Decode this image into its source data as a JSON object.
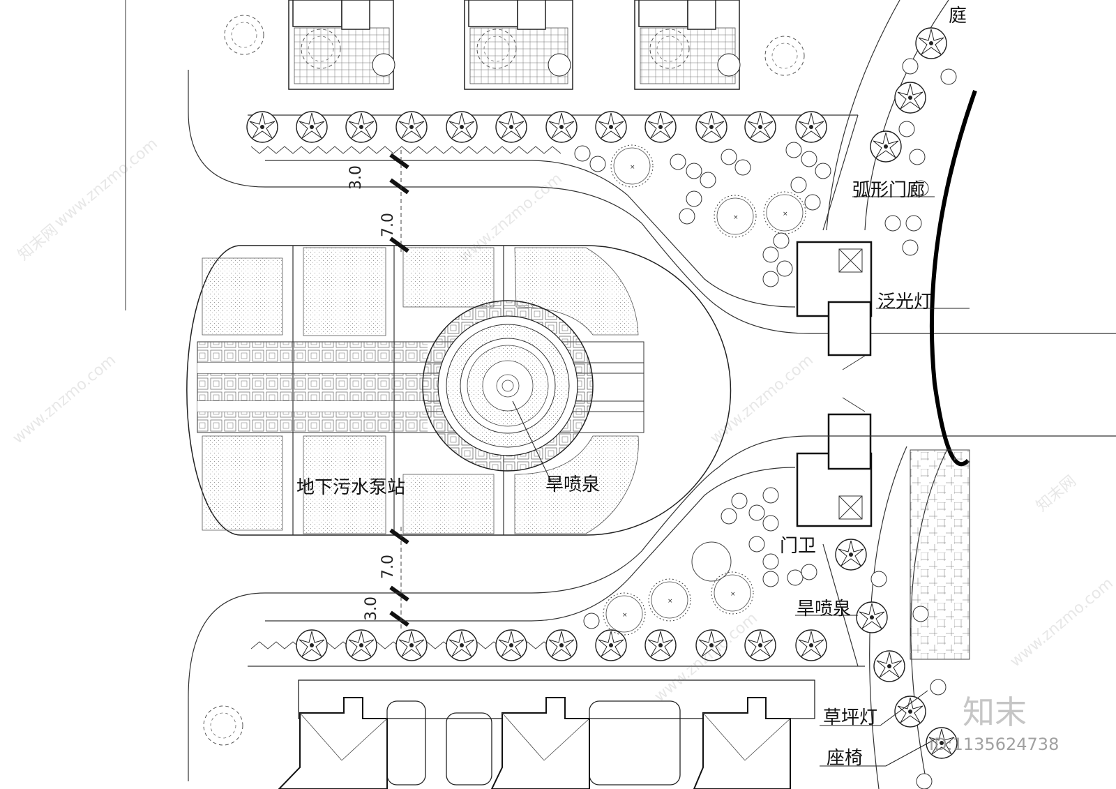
{
  "labels": {
    "courtyard": "庭",
    "arc_corridor": "弧形门廊",
    "flood_light": "泛光灯",
    "dry_fountain_center": "旱喷泉",
    "sewage_pump": "地下污水泵站",
    "guard": "门卫",
    "dry_fountain_right": "旱喷泉",
    "lawn_light": "草坪灯",
    "bench": "座椅"
  },
  "dimensions": {
    "top_3": "3.0",
    "top_7": "7.0",
    "bottom_7": "7.0",
    "bottom_3": "3.0"
  },
  "watermark": {
    "site": "www.znzmo.com",
    "cn": "知末网",
    "brand": "知末",
    "id": "ID:1135624738"
  },
  "colors": {
    "line": "#222222",
    "hatch": "#9a9a9a",
    "watermark": "#b0b0b0"
  }
}
